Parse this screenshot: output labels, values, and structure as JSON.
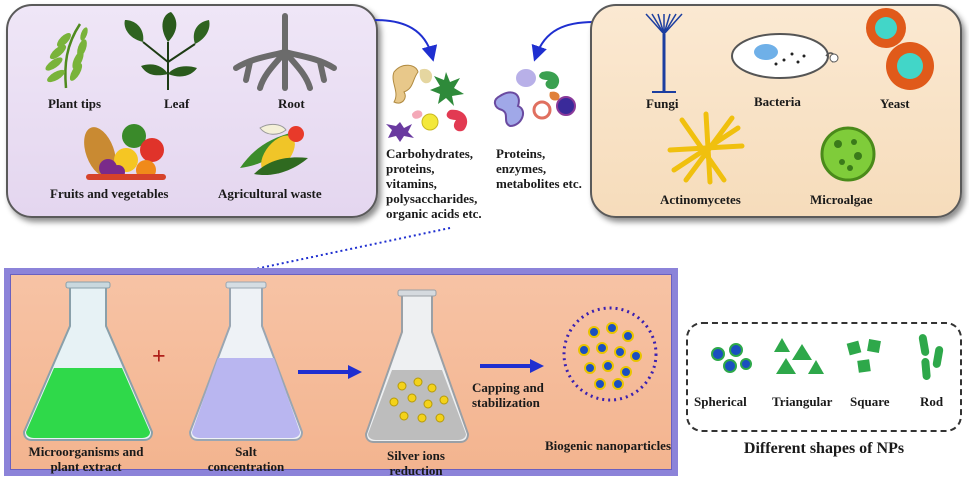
{
  "plant_sources": {
    "plant_tips": "Plant tips",
    "leaf": "Leaf",
    "root": "Root",
    "fruits_vegetables": "Fruits and vegetables",
    "agricultural_waste": "Agricultural waste"
  },
  "plant_biomolecules": [
    "Carbohydrates,",
    "proteins,",
    "vitamins,",
    "polysaccharides,",
    "organic acids etc."
  ],
  "micro_biomolecules": [
    "Proteins,",
    "enzymes,",
    "metabolites etc."
  ],
  "micro_sources": {
    "fungi": "Fungi",
    "bacteria": "Bacteria",
    "yeast": "Yeast",
    "actinomycetes": "Actinomycetes",
    "microalgae": "Microalgae"
  },
  "process": {
    "plus": "+",
    "flask1": [
      "Microorganisms and",
      "plant extract"
    ],
    "flask2": [
      "Salt",
      "concentration"
    ],
    "flask3": [
      "Silver ions",
      "reduction"
    ],
    "step_label": [
      "Capping and",
      "stabilization"
    ],
    "result": "Biogenic nanoparticles"
  },
  "shapes": {
    "spherical": "Spherical",
    "triangular": "Triangular",
    "square": "Square",
    "rod": "Rod",
    "caption": "Different shapes of NPs"
  },
  "colors": {
    "arrow": "#1f2fd0",
    "plant_panel": "#e8dcf2",
    "micro_panel": "#f9e2c4",
    "process_panel": "#f5bc9a",
    "border_process": "#8c83d9",
    "green_liquid": "#2fd94a",
    "salt_liquid": "#b9b6f0",
    "silver_liquid": "#bdbdbd",
    "np_core": "#1a4fc0",
    "np_ring": "#e8c400"
  },
  "icons": [
    "fern-icon",
    "leaf-icon",
    "root-icon",
    "fruits-icon",
    "agri-waste-icon",
    "fungi-icon",
    "bacteria-icon",
    "yeast-icon",
    "actinomycetes-icon",
    "microalgae-icon",
    "flask-icon",
    "nanoparticle-icon"
  ]
}
